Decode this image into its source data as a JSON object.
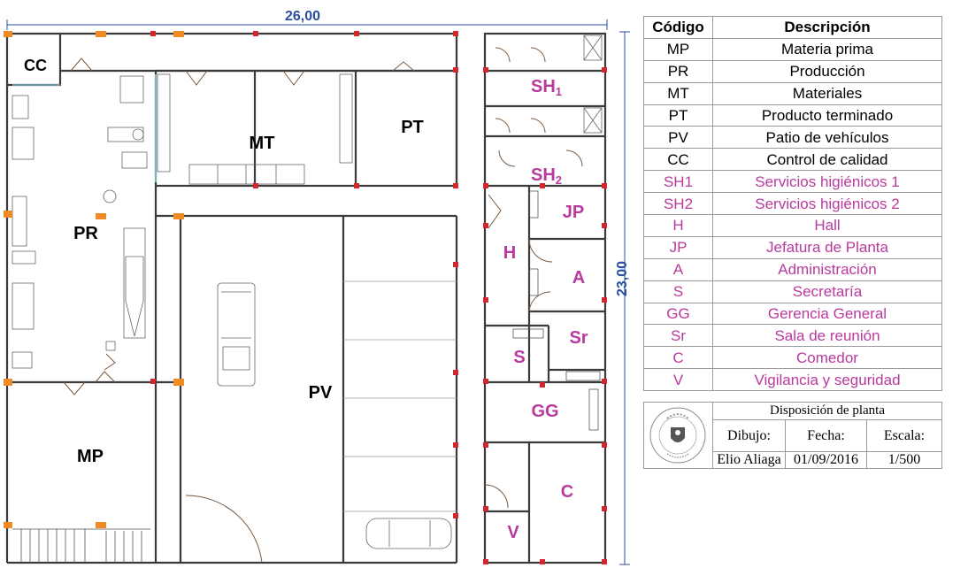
{
  "dimensions": {
    "width_label": "26,00",
    "height_label": "23,00"
  },
  "rooms": {
    "cc": "CC",
    "mt": "MT",
    "pt": "PT",
    "pr": "PR",
    "pv": "PV",
    "mp": "MP",
    "sh1": "SH",
    "sh1_sub": "1",
    "sh2": "SH",
    "sh2_sub": "2",
    "jp": "JP",
    "h": "H",
    "a": "A",
    "s": "S",
    "sr": "Sr",
    "gg": "GG",
    "c": "C",
    "v": "V"
  },
  "legend": {
    "header_code": "Código",
    "header_desc": "Descripción",
    "rows": [
      {
        "code": "MP",
        "desc": "Materia prima",
        "color": "#000000"
      },
      {
        "code": "PR",
        "desc": "Producción",
        "color": "#000000"
      },
      {
        "code": "MT",
        "desc": "Materiales",
        "color": "#000000"
      },
      {
        "code": "PT",
        "desc": "Producto terminado",
        "color": "#000000"
      },
      {
        "code": "PV",
        "desc": "Patio de vehículos",
        "color": "#000000"
      },
      {
        "code": "CC",
        "desc": "Control de calidad",
        "color": "#000000"
      },
      {
        "code": "SH1",
        "desc": "Servicios higiénicos 1",
        "color": "#b83a9e"
      },
      {
        "code": "SH2",
        "desc": "Servicios higiénicos 2",
        "color": "#b83a9e"
      },
      {
        "code": "H",
        "desc": "Hall",
        "color": "#b83a9e"
      },
      {
        "code": "JP",
        "desc": "Jefatura de Planta",
        "color": "#b83a9e"
      },
      {
        "code": "A",
        "desc": "Administración",
        "color": "#b83a9e"
      },
      {
        "code": "S",
        "desc": "Secretaría",
        "color": "#b83a9e"
      },
      {
        "code": "GG",
        "desc": "Gerencia General",
        "color": "#b83a9e"
      },
      {
        "code": "Sr",
        "desc": "Sala de reunión",
        "color": "#b83a9e"
      },
      {
        "code": "C",
        "desc": "Comedor",
        "color": "#b83a9e"
      },
      {
        "code": "V",
        "desc": "Vigilancia y seguridad",
        "color": "#b83a9e"
      }
    ]
  },
  "title_block": {
    "title": "Disposición de planta",
    "drawing_label": "Dibujo:",
    "date_label": "Fecha:",
    "scale_label": "Escala:",
    "drawing_value": "Elio Aliaga",
    "date_value": "01/09/2016",
    "scale_value": "1/500",
    "logo_icon": "university-seal-icon"
  },
  "colors": {
    "accent_magenta": "#b83a9e",
    "dimension_blue": "#2b4fa0",
    "column_red": "#d4262e",
    "column_orange": "#f08a24",
    "wall": "#3a3a3a"
  }
}
